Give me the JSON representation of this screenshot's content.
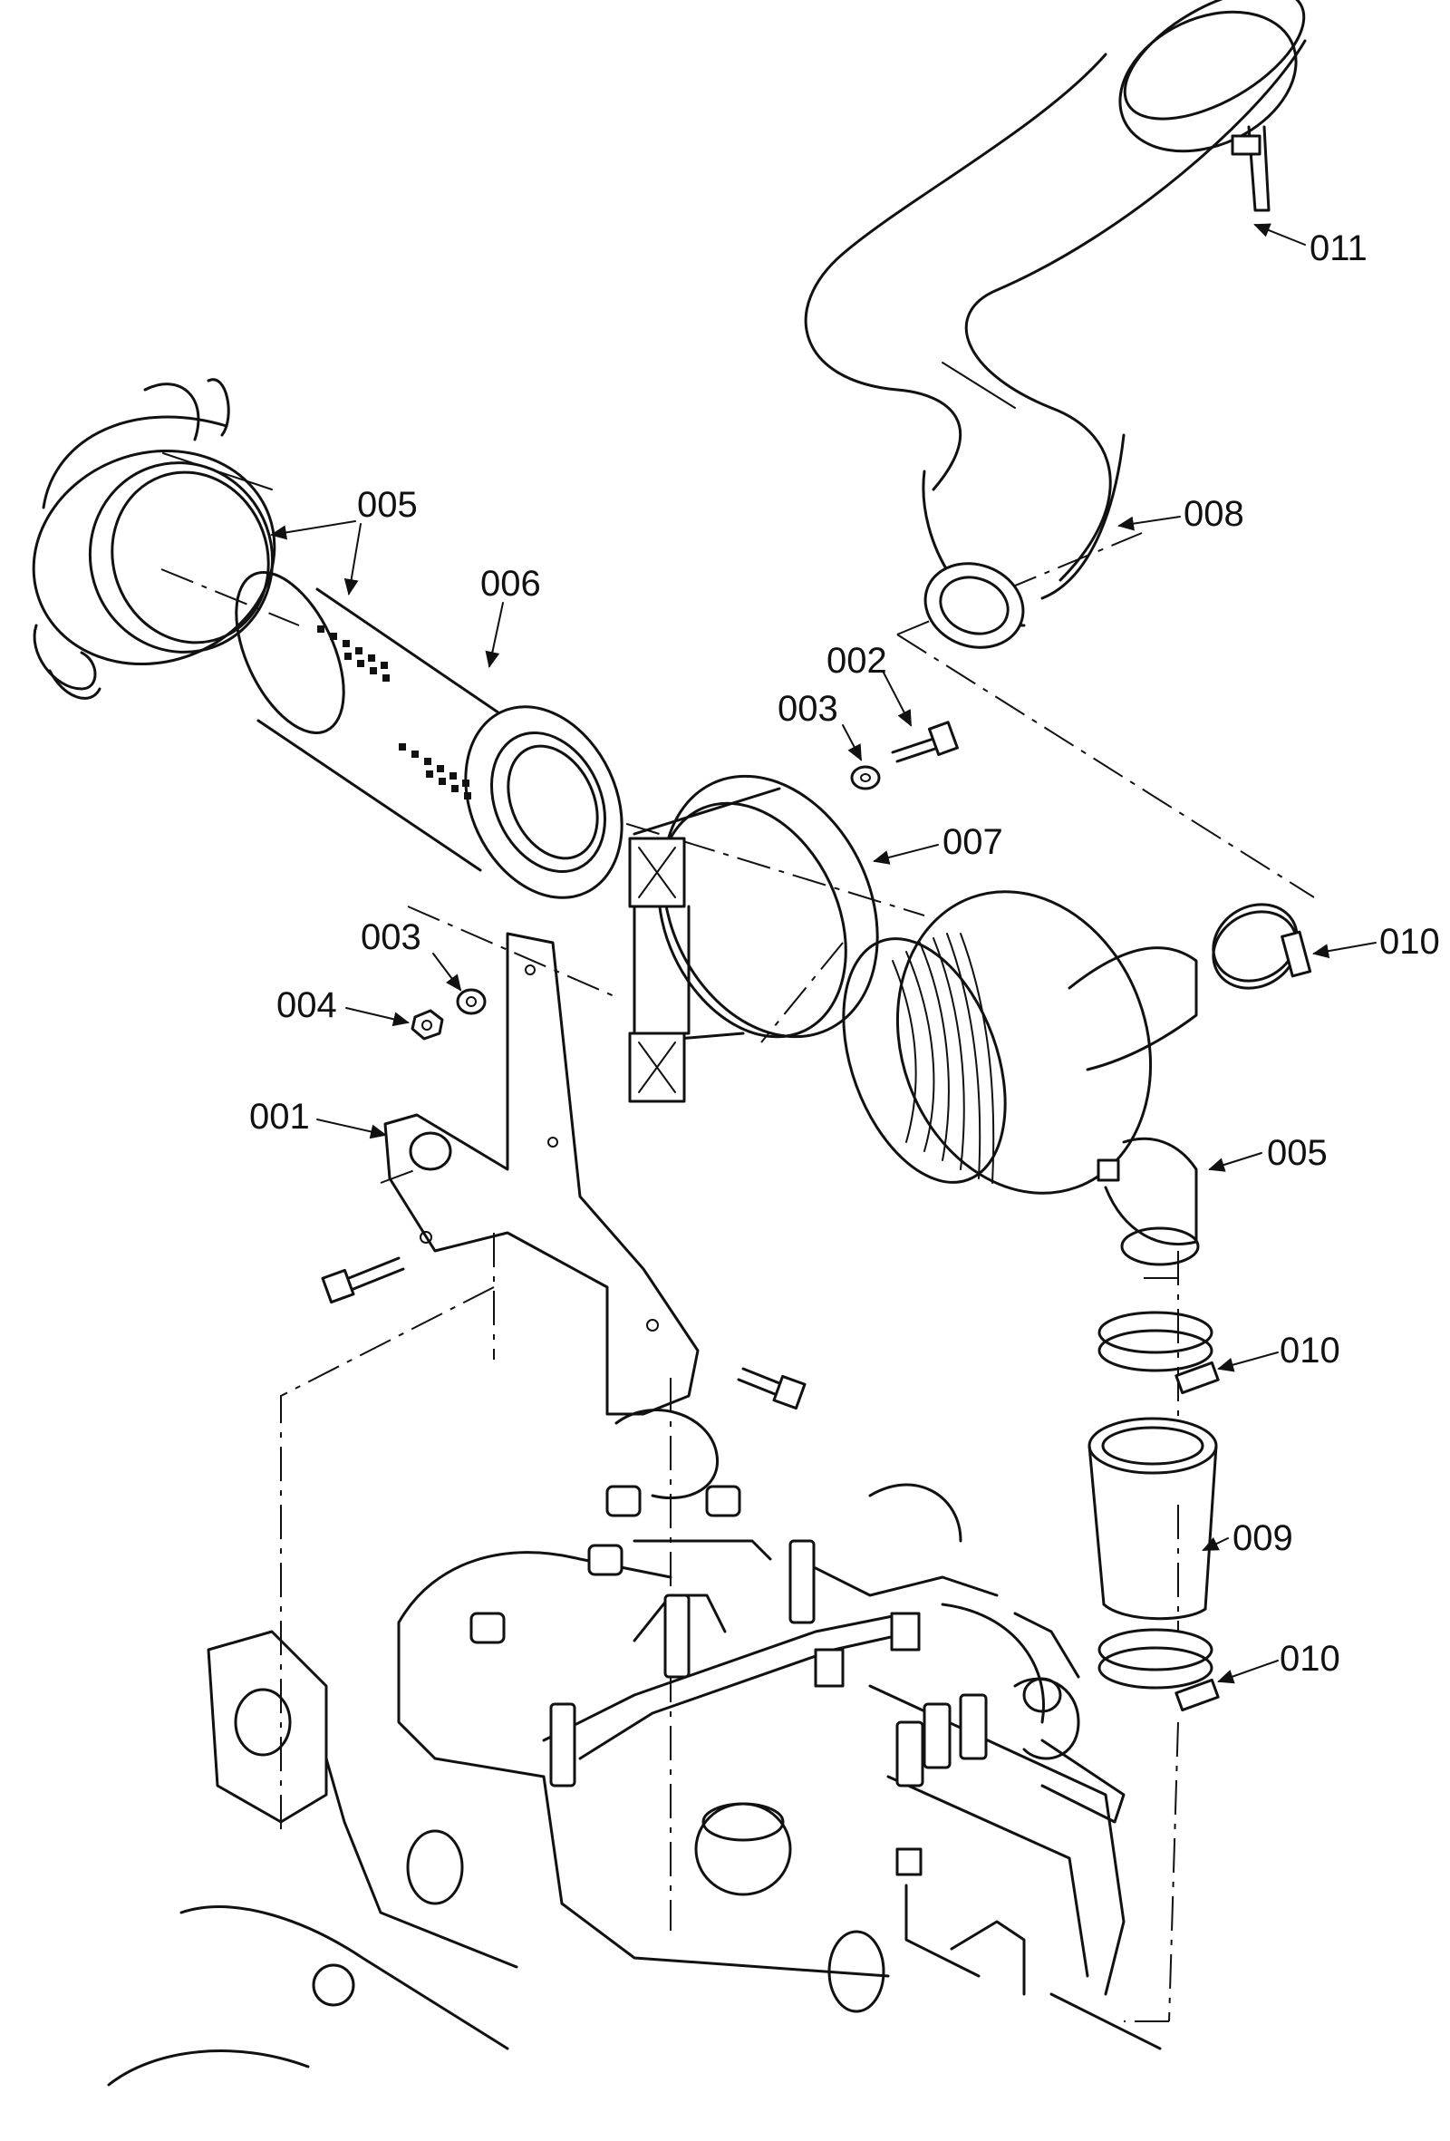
{
  "callouts": {
    "c001": "001",
    "c002": "002",
    "c003_upper": "003",
    "c003_lower": "003",
    "c004": "004",
    "c005_left": "005",
    "c005_right": "005",
    "c006": "006",
    "c007": "007",
    "c008": "008",
    "c009": "009",
    "c010_upper": "010",
    "c010_middle": "010",
    "c010_lower": "010",
    "c011": "011"
  }
}
